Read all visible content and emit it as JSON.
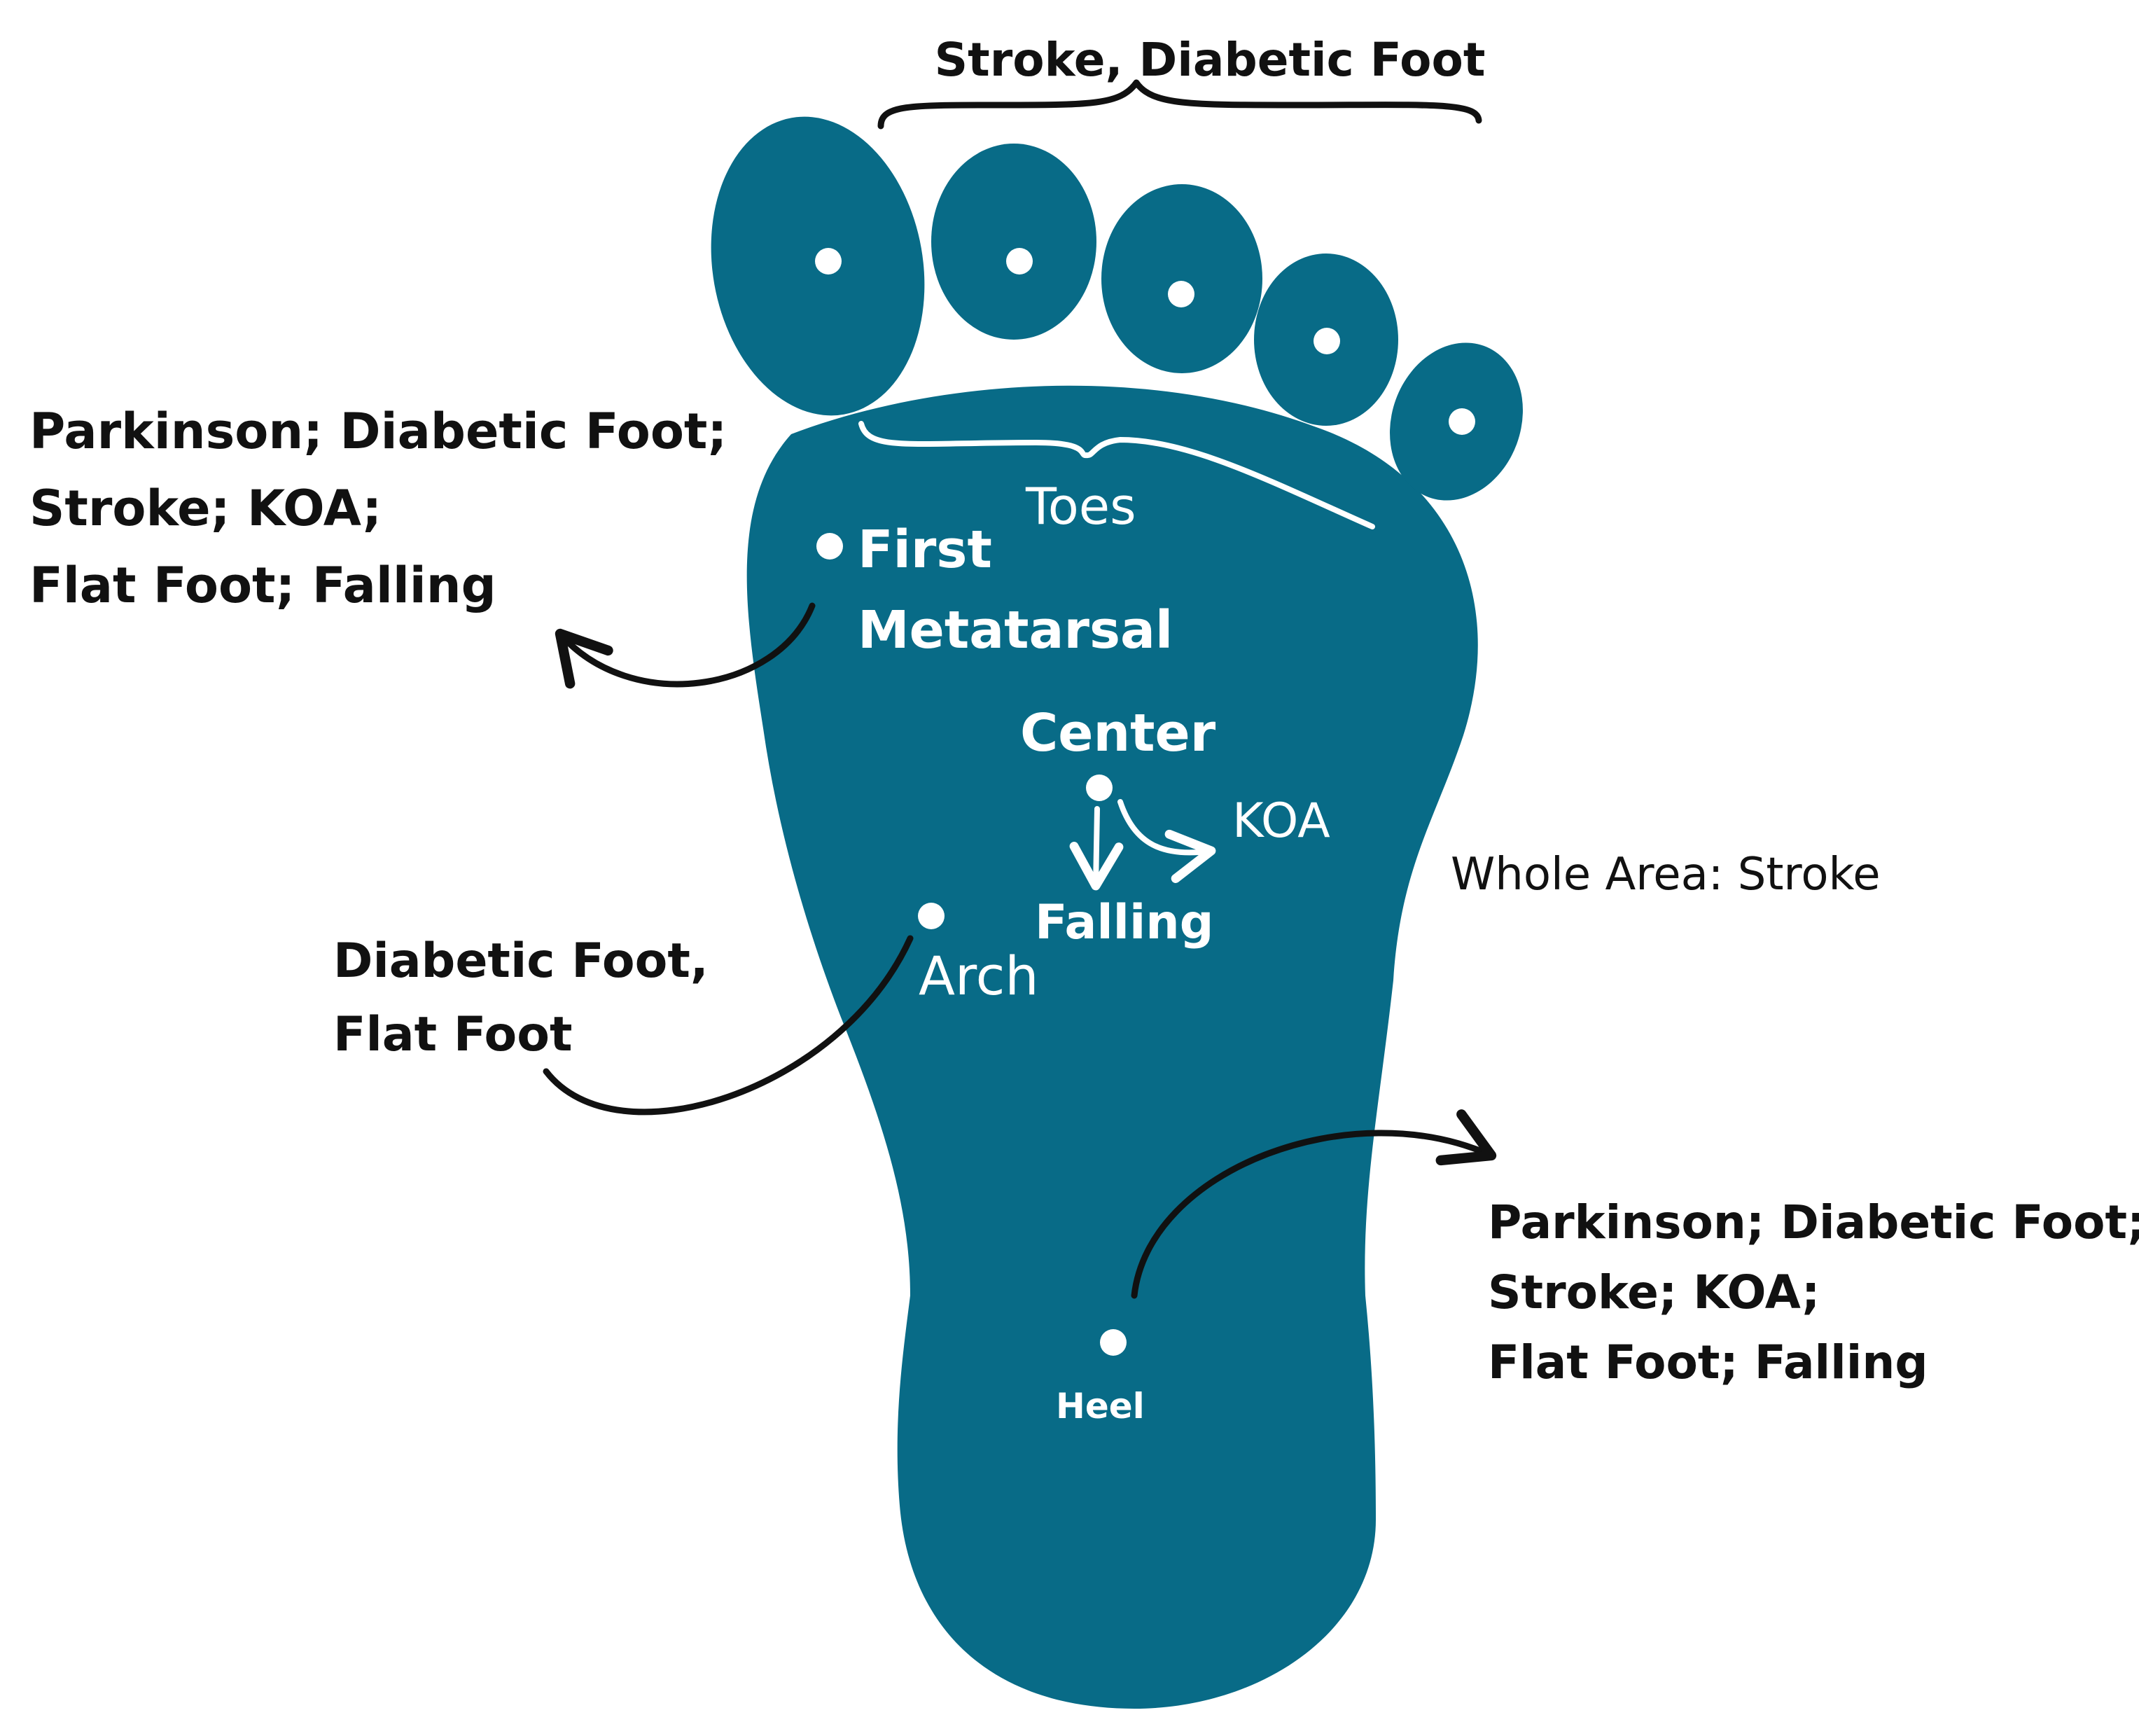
{
  "colors": {
    "foot": "#086b87",
    "dot": "#ffffff",
    "annotation": "#111111",
    "background": "#ffffff"
  },
  "labels": {
    "toes_callout": "Stroke, Diabetic Foot",
    "first_metatarsal_callout": [
      "Parkinson; Diabetic Foot;",
      "Stroke; KOA;",
      "Flat Foot; Falling"
    ],
    "arch_callout": [
      "Diabetic Foot,",
      "Flat Foot"
    ],
    "heel_callout": [
      "Parkinson; Diabetic Foot;",
      "Stroke; KOA;",
      "Flat Foot; Falling"
    ],
    "whole_area": "Whole Area: Stroke",
    "regions": {
      "toes": "Toes",
      "first_metatarsal": [
        "First",
        "Metatarsal"
      ],
      "center": "Center",
      "koa": "KOA",
      "falling": "Falling",
      "arch": "Arch",
      "heel": "Heel"
    }
  }
}
